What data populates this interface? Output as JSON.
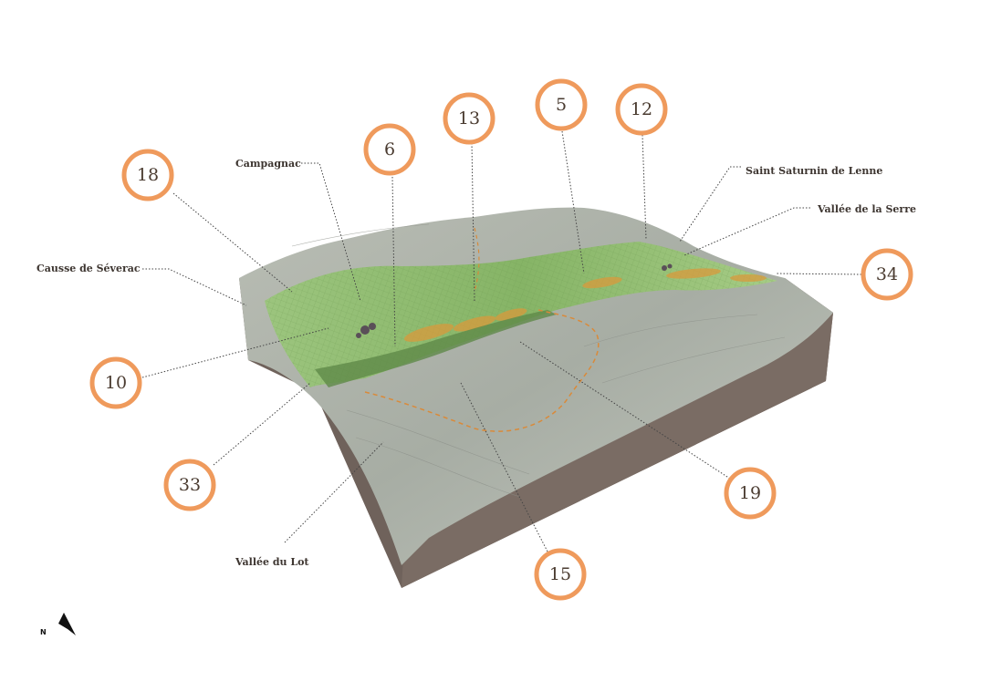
{
  "markers": [
    "18",
    "6",
    "13",
    "5",
    "12",
    "34",
    "10",
    "33",
    "19",
    "15"
  ],
  "places": [
    "Campagnac",
    "Saint Saturnin de Lenne",
    "Vallée de la Serre",
    "Causse de Séverac",
    "Vallée du Lot"
  ],
  "north_label": "N",
  "colors": {
    "marker_ring": "#ef9a5c",
    "block_side": "#6f625b",
    "terrain_gray": "#a9aea6",
    "valley_green": "#8fb870",
    "farmland_orange": "#d99a3c"
  }
}
